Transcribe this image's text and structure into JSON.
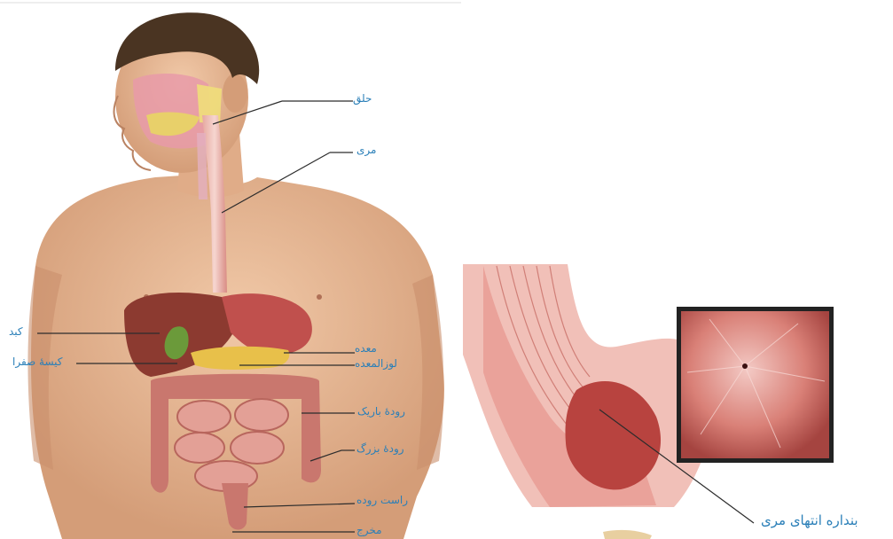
{
  "left_figure": {
    "labels": {
      "pharynx": "حلق",
      "esophagus": "مری",
      "liver": "کبد",
      "stomach": "معده",
      "gallbladder": "کیسهٔ صفرا",
      "pancreas": "لوزالمعده",
      "small_intestine": "رودهٔ باریک",
      "large_intestine": "رودهٔ بزرگ",
      "rectum": "راست روده",
      "anus": "مخرج"
    }
  },
  "right_figure": {
    "labels": {
      "lower_esophageal_sphincter": "بنداره انتهای مری"
    }
  },
  "colors": {
    "label_text": "#2a7fb8",
    "skin": "#e8b896",
    "hair": "#4a3422",
    "organ_red": "#c0504d",
    "intestine_pink": "#d98c84",
    "liver_brown": "#8c3a30"
  }
}
